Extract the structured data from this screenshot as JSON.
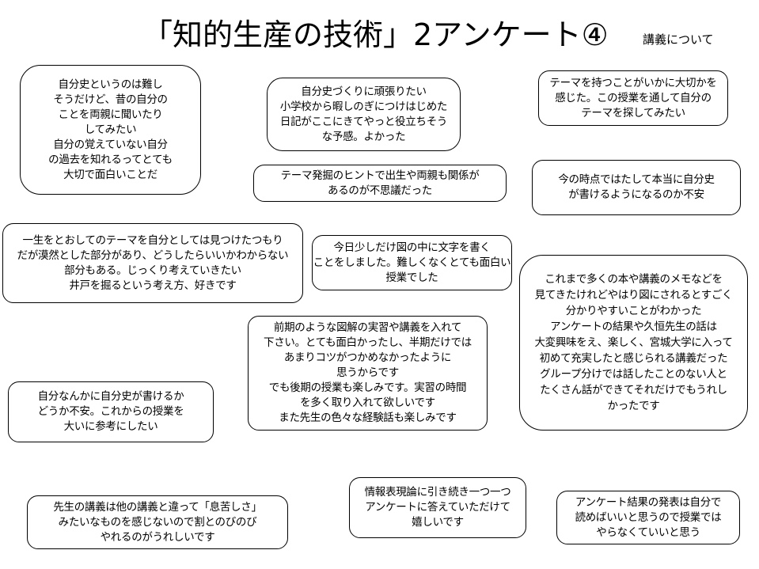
{
  "header": {
    "title": "「知的生産の技術」2アンケート④",
    "subtitle": "講義について"
  },
  "comments": [
    {
      "id": "c1",
      "text": "自分史というのは難し\nそうだけど、昔の自分の\nことを両親に聞いたり\nしてみたい\n自分の覚えていない自分\nの過去を知れるってとても\n大切で面白いことだ"
    },
    {
      "id": "c2",
      "text": "自分史づくりに頑張りたい\n小学校から暇しのぎにつけはじめた\n日記がここにきてやっと役立ちそう\nな予感。よかった"
    },
    {
      "id": "c3",
      "text": "テーマを持つことがいかに大切かを\n感じた。この授業を通して自分の\nテーマを探してみたい"
    },
    {
      "id": "c4",
      "text": "テーマ発掘のヒントで出生や両親も関係が\nあるのが不思議だった"
    },
    {
      "id": "c5",
      "text": "今の時点ではたして本当に自分史\nが書けるようになるのか不安"
    },
    {
      "id": "c6",
      "text": "一生をとおしてのテーマを自分としては見つけたつもり\nだが漠然とした部分があり、どうしたらいいかわからない\n部分もある。じっくり考えていきたい\n井戸を掘るという考え方、好きです"
    },
    {
      "id": "c7",
      "text": "今日少しだけ図の中に文字を書く\nことをしました。難しくなくとても面白い\n授業でした"
    },
    {
      "id": "c8",
      "text": "これまで多くの本や講義のメモなどを\n見てきたけれどやはり図にされるとすごく\n分かりやすいことがわかった\nアンケートの結果や久恒先生の話は\n大変興味をえ、楽しく、宮城大学に入って\n初めて充実したと感じられる講義だった\nグループ分けでは話したことのない人と\nたくさん話ができてそれだけでもうれし\nかったです"
    },
    {
      "id": "c9",
      "text": "前期のような図解の実習や講義を入れて\n下さい。とても面白かったし、半期だけでは\nあまりコツがつかめなかったように\n思うからです\nでも後期の授業も楽しみです。実習の時間\nを多く取り入れて欲しいです\nまた先生の色々な経験話も楽しみです"
    },
    {
      "id": "c10",
      "text": "自分なんかに自分史が書けるか\nどうか不安。これからの授業を\n大いに参考にしたい"
    },
    {
      "id": "c11",
      "text": "情報表現論に引き続き一つ一つ\nアンケートに答えていただけて\n嬉しいです"
    },
    {
      "id": "c12",
      "text": "アンケート結果の発表は自分で\n読めばいいと思うので授業では\nやらなくていいと思う"
    },
    {
      "id": "c13",
      "text": "先生の講義は他の講義と違って「息苦しさ」\nみたいなものを感じないので割とのびのび\nやれるのがうれしいです"
    }
  ]
}
